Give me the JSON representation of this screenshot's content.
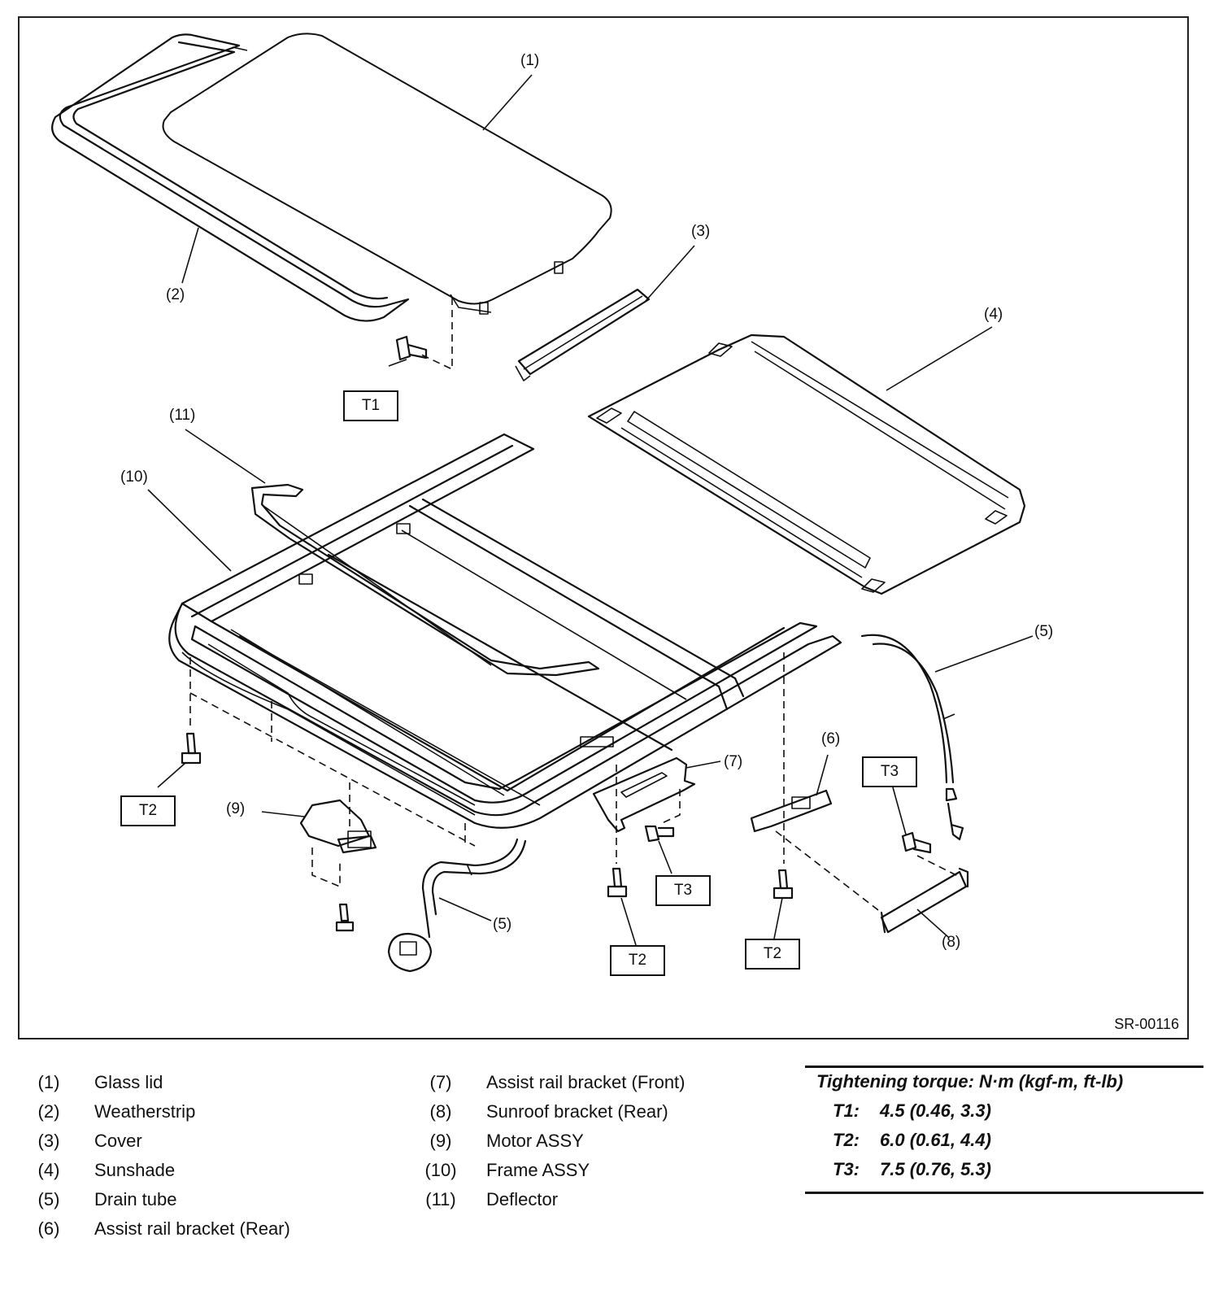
{
  "figure_id": "SR-00116",
  "callouts": {
    "c1": "(1)",
    "c2": "(2)",
    "c3": "(3)",
    "c4": "(4)",
    "c5a": "(5)",
    "c5b": "(5)",
    "c6": "(6)",
    "c7": "(7)",
    "c8": "(8)",
    "c9": "(9)",
    "c10": "(10)",
    "c11": "(11)"
  },
  "torque_boxes": {
    "t1": "T1",
    "t2_left": "T2",
    "t2_mid": "T2",
    "t2_right": "T2",
    "t3_mid": "T3",
    "t3_right": "T3"
  },
  "legend": {
    "left": [
      {
        "num": "(1)",
        "name": "Glass lid"
      },
      {
        "num": "(2)",
        "name": "Weatherstrip"
      },
      {
        "num": "(3)",
        "name": "Cover"
      },
      {
        "num": "(4)",
        "name": "Sunshade"
      },
      {
        "num": "(5)",
        "name": "Drain tube"
      },
      {
        "num": "(6)",
        "name": "Assist rail bracket (Rear)"
      }
    ],
    "right": [
      {
        "num": "(7)",
        "name": "Assist rail bracket (Front)"
      },
      {
        "num": "(8)",
        "name": "Sunroof bracket (Rear)"
      },
      {
        "num": "(9)",
        "name": "Motor ASSY"
      },
      {
        "num": "(10)",
        "name": "Frame ASSY"
      },
      {
        "num": "(11)",
        "name": "Deflector"
      }
    ]
  },
  "torque_table": {
    "title": "Tightening torque: N·m (kgf-m, ft-lb)",
    "rows": [
      {
        "key": "T1:",
        "value": "4.5 (0.46, 3.3)"
      },
      {
        "key": "T2:",
        "value": "6.0 (0.61, 4.4)"
      },
      {
        "key": "T3:",
        "value": "7.5 (0.76, 5.3)"
      }
    ]
  }
}
